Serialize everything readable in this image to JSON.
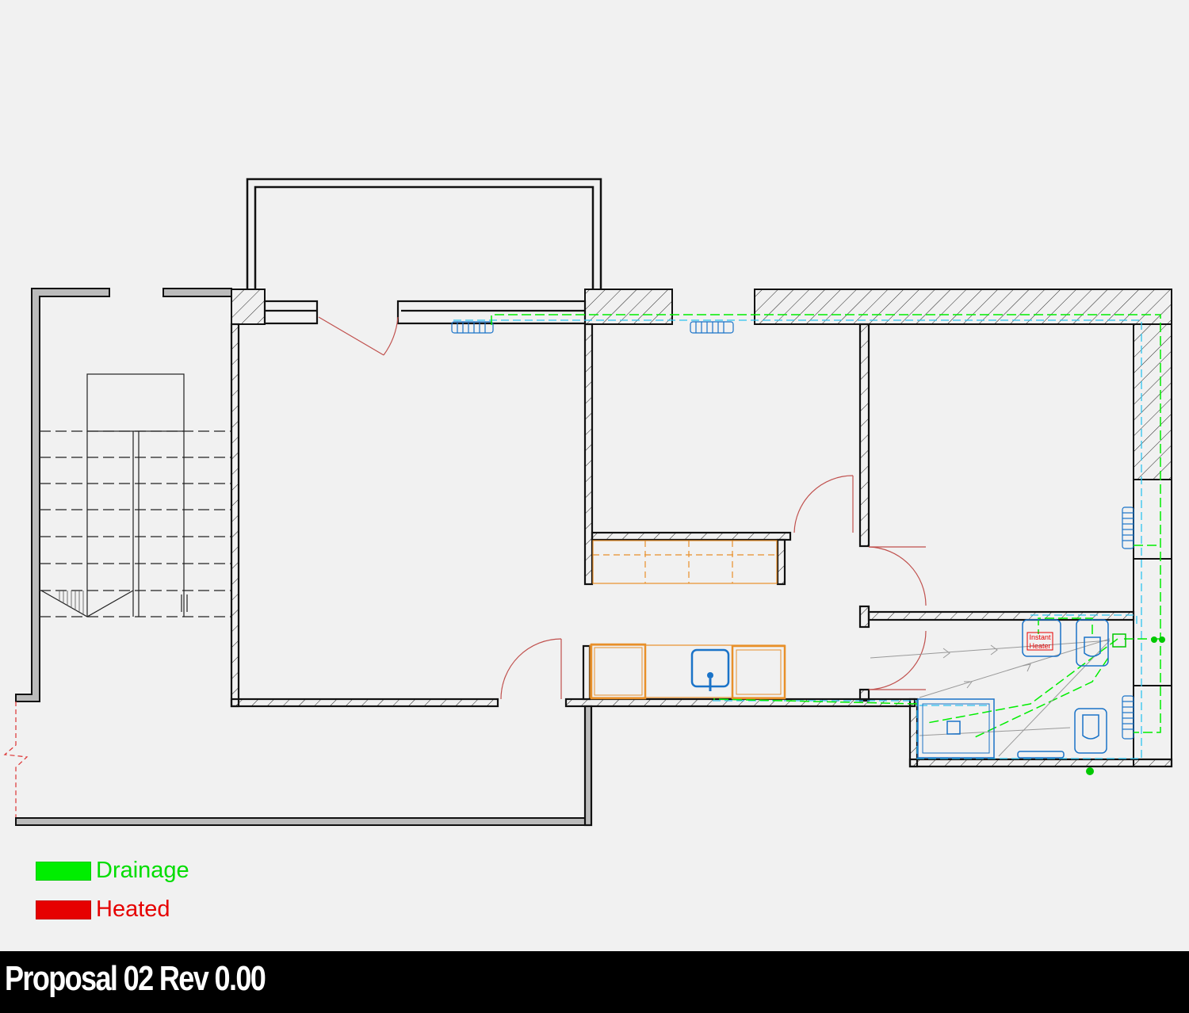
{
  "legend": {
    "drainage": {
      "label": "Drainage",
      "color": "#00ee00"
    },
    "heated": {
      "label": "Heated",
      "color": "#e60000"
    }
  },
  "footer": {
    "title": "Proposal 02 Rev 0.00"
  },
  "labels": {
    "instant_heater_line1": "Instant",
    "instant_heater_line2": "Heater"
  },
  "colors": {
    "background": "#f1f1f1",
    "walls": "#111111",
    "drainage": "#00ee00",
    "water_supply": "#2ec4f0",
    "fixtures": "#1a73c8",
    "kitchen_units": "#e8902a",
    "doors": "#c0504d"
  }
}
